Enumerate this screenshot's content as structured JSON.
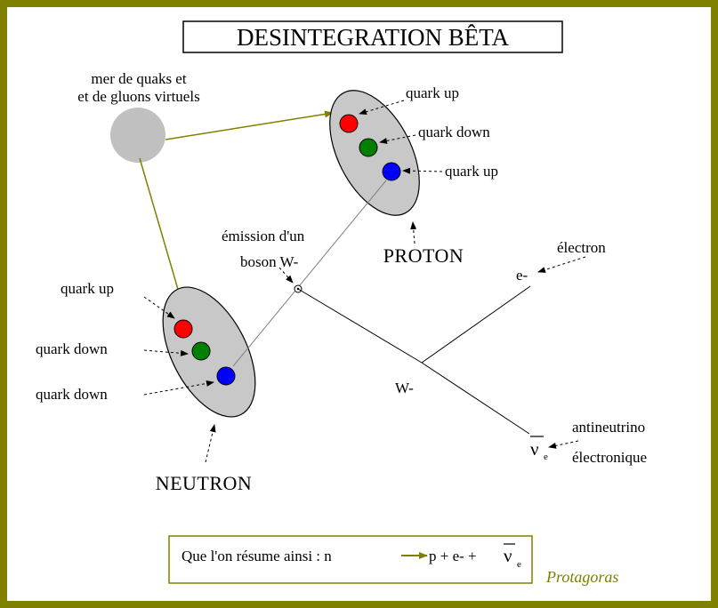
{
  "title": "DESINTEGRATION BÊTA",
  "sea_label": [
    "mer de quaks et",
    "et de gluons virtuels"
  ],
  "proton": {
    "name": "PROTON",
    "quarks": [
      "quark up",
      "quark down",
      "quark up"
    ]
  },
  "neutron": {
    "name": "NEUTRON",
    "quarks": [
      "quark up",
      "quark down",
      "quark down"
    ]
  },
  "emission_label": [
    "émission d'un",
    "boson W-"
  ],
  "w_label": "W-",
  "electron": {
    "symbol": "e-",
    "label": "électron"
  },
  "antineutrino": {
    "symbol": "ν",
    "subscript": "e",
    "label": [
      "antineutrino",
      "électronique"
    ]
  },
  "summary": {
    "prefix": "Que l'on résume ainsi : n",
    "suffix": "p + e- +",
    "nu_symbol": "ν",
    "nu_subscript": "e"
  },
  "signature": "Protagoras",
  "colors": {
    "border": "#808000",
    "arrow": "#808000",
    "quark_up": "#ff0000",
    "quark_down_neutron": "#008000",
    "quark_down_proton": "#008000",
    "quark_up_blue": "#0000ff",
    "hadron_fill": "#c8c8c8",
    "sea_fill": "#c0c0c0"
  }
}
